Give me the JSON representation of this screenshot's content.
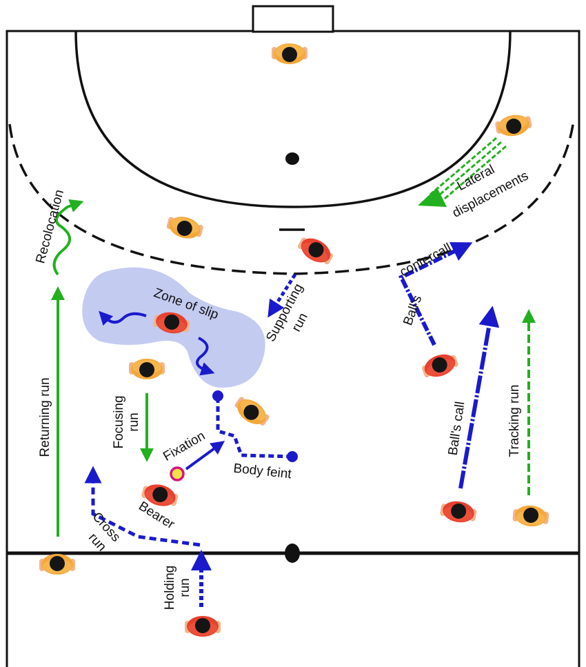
{
  "colors": {
    "court_line": "#111111",
    "attack_blue": "#1a1acc",
    "defense_green": "#22b01e",
    "attacker_red": "#e8412f",
    "defender_orange": "#f4a83a",
    "zone_fill": "#b9c2ee",
    "ball_ring": "#d4147a",
    "ball_fill": "#f3e14a",
    "skin": "#f2b48c",
    "hair": "#151515"
  },
  "labels": {
    "recolocation": "Recolocation",
    "returning_run": "Returning run",
    "zone_of_slip": "Zone of slip",
    "supporting_run_1": "Supporting",
    "supporting_run_2": "run",
    "focusing_run_1": "Focusing",
    "focusing_run_2": "run",
    "fixation": "Fixation",
    "body_feint": "Body feint",
    "bearer": "Bearer",
    "cross_run_1": "Cross",
    "cross_run_2": "run",
    "holding_run_1": "Holding",
    "holding_run_2": "run",
    "balls_1": "Ball's",
    "contercall": "contercall",
    "lateral_1": "Lateral",
    "lateral_2": "displacements",
    "balls_call": "Ball's call",
    "tracking_run": "Tracking run"
  },
  "icons": {
    "player": "player-topdown-icon",
    "ball": "ball-icon",
    "goal": "goal-icon"
  }
}
